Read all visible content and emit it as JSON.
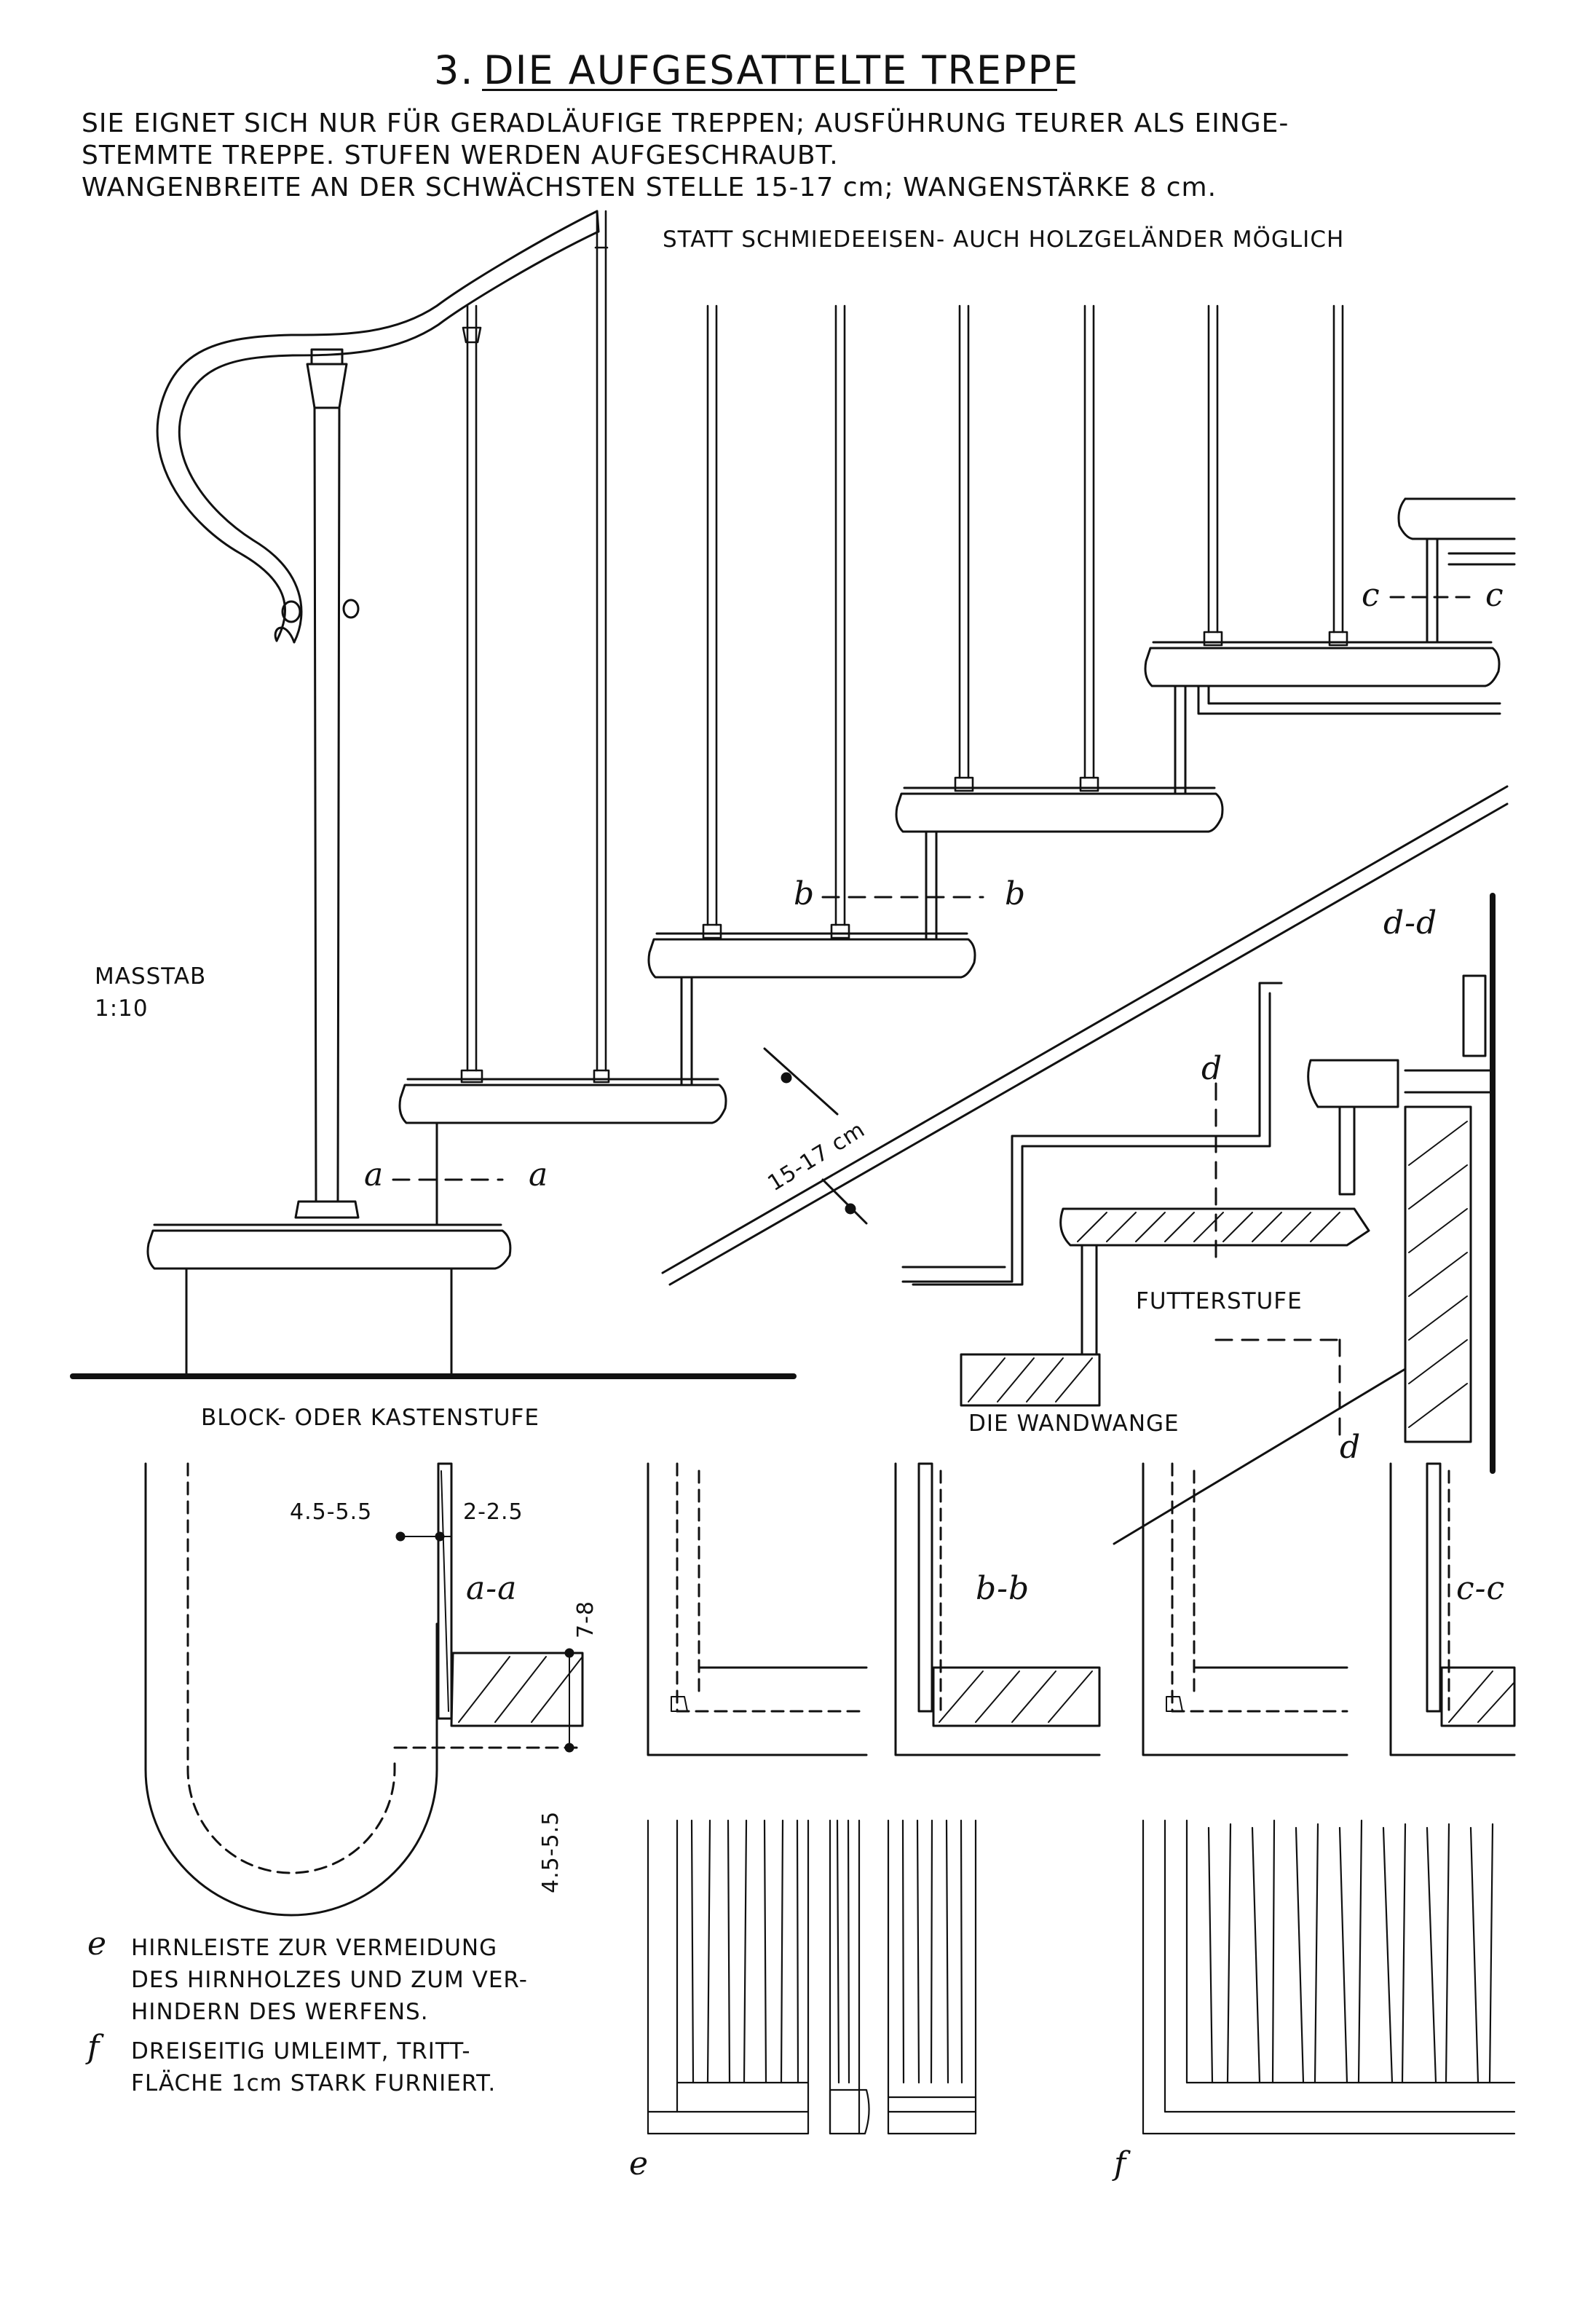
{
  "header": {
    "title_number": "3.",
    "title": "DIE AUFGESATTELTE TREPPE",
    "intro_line1": "SIE EIGNET SICH NUR FÜR GERADLÄUFIGE TREPPEN; AUSFÜHRUNG TEURER ALS EINGE-",
    "intro_line2": "STEMMTE TREPPE. STUFEN WERDEN AUFGESCHRAUBT.",
    "intro_line3": "WANGENBREITE AN DER SCHWÄCHSTEN STELLE 15-17 cm; WANGENSTÄRKE 8 cm."
  },
  "notes": {
    "railing": "STATT SCHMIEDEEISEN- AUCH HOLZGELÄNDER MÖGLICH",
    "scale_label": "MASSTAB",
    "scale_value": "1:10",
    "block_step": "BLOCK- ODER KASTENSTUFE",
    "riser": "FUTTERSTUFE",
    "wall_stringer": "DIE WANDWANGE",
    "stringer_width": "15-17 cm",
    "legend_e_letter": "e",
    "legend_e_line1": "HIRNLEISTE ZUR VERMEIDUNG",
    "legend_e_line2": "DES HIRNHOLZES UND ZUM VER-",
    "legend_e_line3": "HINDERN DES WERFENS.",
    "legend_f_letter": "f",
    "legend_f_line1": "DREISEITIG UMLEIMT, TRITT-",
    "legend_f_line2": "FLÄCHE 1cm STARK FURNIERT."
  },
  "sections": {
    "a_left": "a",
    "a_right": "a",
    "b_left": "b",
    "b_right": "b",
    "c_left": "c",
    "c_right": "c",
    "dd": "d-d",
    "d_top": "d",
    "d_bottom": "d",
    "aa": "a-a",
    "bb": "b-b",
    "cc": "c-c",
    "e": "e",
    "f": "f"
  },
  "dimensions": {
    "aa_left": "4.5-5.5",
    "aa_top": "2-2.5",
    "aa_height": "7-8",
    "aa_bottom": "4.5-5.5"
  }
}
